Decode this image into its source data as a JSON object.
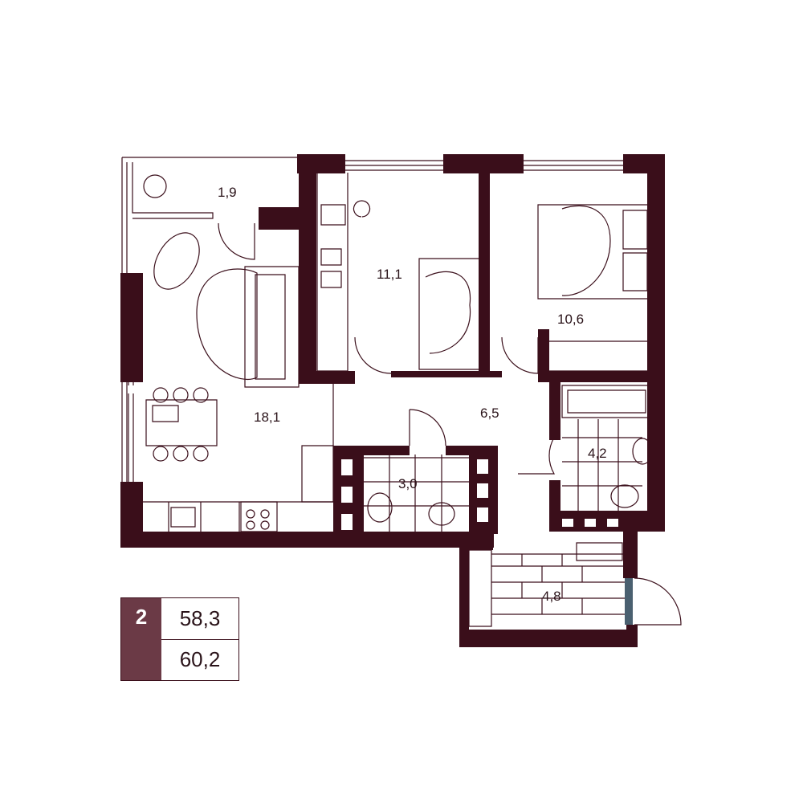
{
  "colors": {
    "wall": "#3a0e1a",
    "line": "#3a0e1a",
    "legend_fill": "#6b3a46"
  },
  "rooms": [
    {
      "id": "balcony",
      "area": "1,9"
    },
    {
      "id": "living-kitchen",
      "area": "18,1"
    },
    {
      "id": "bedroom-1",
      "area": "11,1"
    },
    {
      "id": "bedroom-2",
      "area": "10,6"
    },
    {
      "id": "hall",
      "area": "6,5"
    },
    {
      "id": "toilet",
      "area": "3,0"
    },
    {
      "id": "bathroom",
      "area": "4,2"
    },
    {
      "id": "entrance",
      "area": "4,8"
    }
  ],
  "summary": {
    "rooms": "2",
    "area_living": "58,3",
    "area_total": "60,2"
  }
}
